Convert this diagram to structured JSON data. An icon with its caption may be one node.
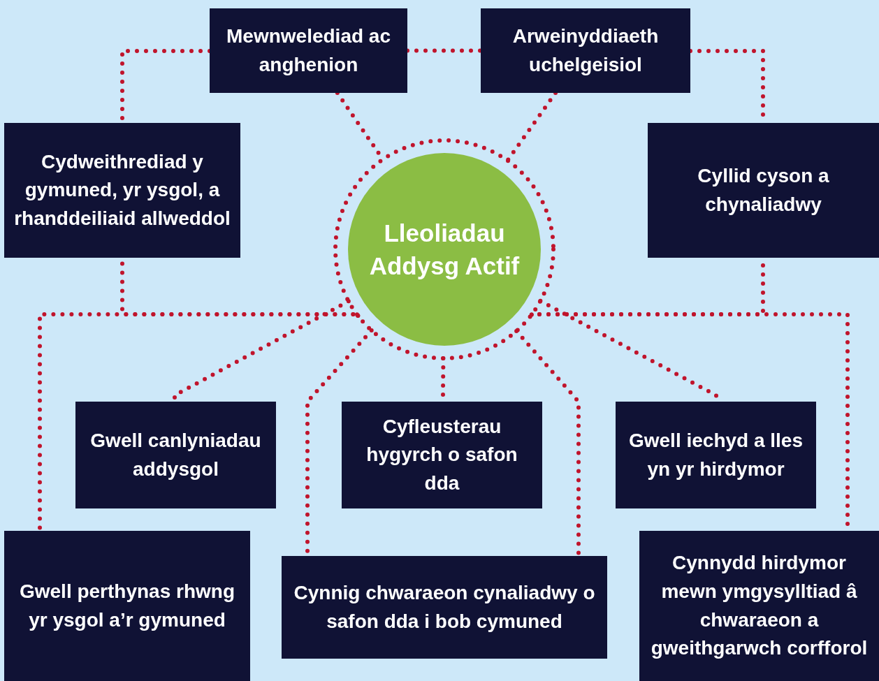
{
  "diagram": {
    "nodes": [
      {
        "text": [
          "Lleoliadau Addysg Actif"
        ]
      },
      {
        "text": [
          "Mewnwelediad ac anghenion"
        ]
      },
      {
        "text": [
          "Arweinyddiaeth uchelgeisiol"
        ]
      },
      {
        "text": [
          "Cydweithrediad y gymuned, yr ysgol, a rhanddeiliaid allweddol"
        ]
      },
      {
        "text": [
          "Cyllid cyson a chynaliadwy"
        ]
      },
      {
        "text": [
          "Gwell canlyniadau addysgol"
        ]
      },
      {
        "text": [
          "Cyfleusterau hygyrch o safon dda"
        ]
      },
      {
        "text": [
          "Gwell iechyd a lles yn yr hirdymor"
        ]
      },
      {
        "text": [
          "Gwell perthynas rhwng yr ysgol a’r gymuned"
        ]
      },
      {
        "text": [
          "Cynnig chwaraeon cynaliadwy o safon dda i bob cymuned"
        ]
      },
      {
        "text": [
          "Cynnydd hirdymor mewn ymgysylltiad â chwaraeon a gweithgarwch corfforol"
        ]
      }
    ],
    "edges": [
      {
        "from": 1,
        "to": 0,
        "arrow": "none",
        "style": "dashed"
      },
      {
        "from": 2,
        "to": 0,
        "arrow": "none",
        "style": "dashed"
      },
      {
        "from": 1,
        "to": 2,
        "arrow": "none",
        "style": "dashed"
      },
      {
        "from": 1,
        "to": 3,
        "arrow": "none",
        "style": "dashed"
      },
      {
        "from": 2,
        "to": 4,
        "arrow": "none",
        "style": "dashed"
      },
      {
        "from": 0,
        "to": 3,
        "arrow": "none",
        "style": "dashed"
      },
      {
        "from": 0,
        "to": 8,
        "arrow": "none",
        "style": "dashed"
      },
      {
        "from": 0,
        "to": 4,
        "arrow": "none",
        "style": "dashed"
      },
      {
        "from": 0,
        "to": 10,
        "arrow": "none",
        "style": "dashed"
      },
      {
        "from": 0,
        "to": 5,
        "arrow": "none",
        "style": "dashed"
      },
      {
        "from": 0,
        "to": 6,
        "arrow": "none",
        "style": "dashed"
      },
      {
        "from": 0,
        "to": 7,
        "arrow": "none",
        "style": "dashed"
      },
      {
        "from": 0,
        "to": 9,
        "arrow": "none",
        "style": "dashed"
      },
      {
        "from": 0,
        "to": 9,
        "arrow": "none",
        "style": "dashed"
      }
    ]
  }
}
